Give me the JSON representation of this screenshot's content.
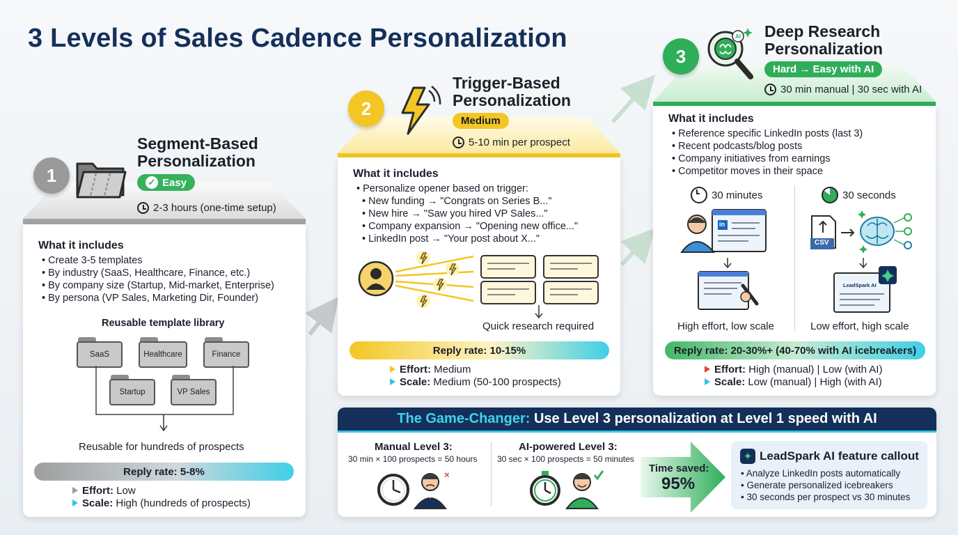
{
  "title": "3 Levels of Sales Cadence Personalization",
  "level1": {
    "number": "1",
    "title_line1": "Segment-Based",
    "title_line2": "Personalization",
    "badge": "Easy",
    "time": "2-3 hours (one-time setup)",
    "includes_heading": "What it includes",
    "includes": [
      "Create 3-5 templates",
      "By industry (SaaS, Healthcare, Finance, etc.)",
      "By company size (Startup, Mid-market, Enterprise)",
      "By persona (VP Sales, Marketing Dir, Founder)"
    ],
    "library_heading": "Reusable template library",
    "folders": [
      "SaaS",
      "Healthcare",
      "Finance",
      "Startup",
      "VP Sales"
    ],
    "library_caption": "Reusable for hundreds of prospects",
    "reply": "Reply rate: 5-8%",
    "effort_label": "Effort:",
    "effort": "Low",
    "scale_label": "Scale:",
    "scale": "High (hundreds of prospects)"
  },
  "level2": {
    "number": "2",
    "title_line1": "Trigger-Based",
    "title_line2": "Personalization",
    "badge": "Medium",
    "time": "5-10 min per prospect",
    "includes_heading": "What it includes",
    "includes": [
      "Personalize opener based on trigger:",
      "New funding → \"Congrats on Series B...\"",
      "New hire → \"Saw you hired VP Sales...\"",
      "Company expansion → \"Opening new office...\"",
      "LinkedIn post → \"Your post about X...\""
    ],
    "research_caption": "Quick research required",
    "reply": "Reply rate: 10-15%",
    "effort_label": "Effort:",
    "effort": "Medium",
    "scale_label": "Scale:",
    "scale": "Medium (50-100 prospects)"
  },
  "level3": {
    "number": "3",
    "title_line1": "Deep Research",
    "title_line2": "Personalization",
    "badge": "Hard → Easy with AI",
    "time": "30 min manual | 30 sec with AI",
    "includes_heading": "What it includes",
    "includes": [
      "Reference specific LinkedIn posts (last 3)",
      "Recent podcasts/blog posts",
      "Company initiatives from earnings",
      "Competitor moves in their space"
    ],
    "manual_time": "30 minutes",
    "ai_time": "30 seconds",
    "csv_label": "CSV",
    "li_label": "in",
    "leadspark_label": "LeadSpark AI",
    "manual_caption": "High effort, low scale",
    "ai_caption": "Low effort, high scale",
    "reply": "Reply rate: 20-30%+ (40-70% with AI icebreakers)",
    "effort_label": "Effort:",
    "effort": "High (manual) | Low (with AI)",
    "scale_label": "Scale:",
    "scale": "Low (manual) | High (with AI)"
  },
  "gamechanger": {
    "heading_prefix": "The Game-Changer:",
    "heading_rest": " Use Level 3 personalization at Level 1 speed with AI",
    "manual_title": "Manual Level 3:",
    "manual_calc": "30 min × 100 prospects = 50 hours",
    "ai_title": "AI-powered Level 3:",
    "ai_calc": "30 sec × 100 prospects = 50 minutes",
    "saved_label": "Time saved:",
    "saved_value": "95%",
    "callout_title": "LeadSpark AI feature callout",
    "callout_items": [
      "Analyze LinkedIn posts automatically",
      "Generate personalized icebreakers",
      "30 seconds per prospect vs 30 minutes"
    ]
  },
  "colors": {
    "navy": "#14305a",
    "green": "#2fae5a",
    "yellow": "#f3c623",
    "cyan": "#33c4e0",
    "gray": "#8a8a8a"
  }
}
